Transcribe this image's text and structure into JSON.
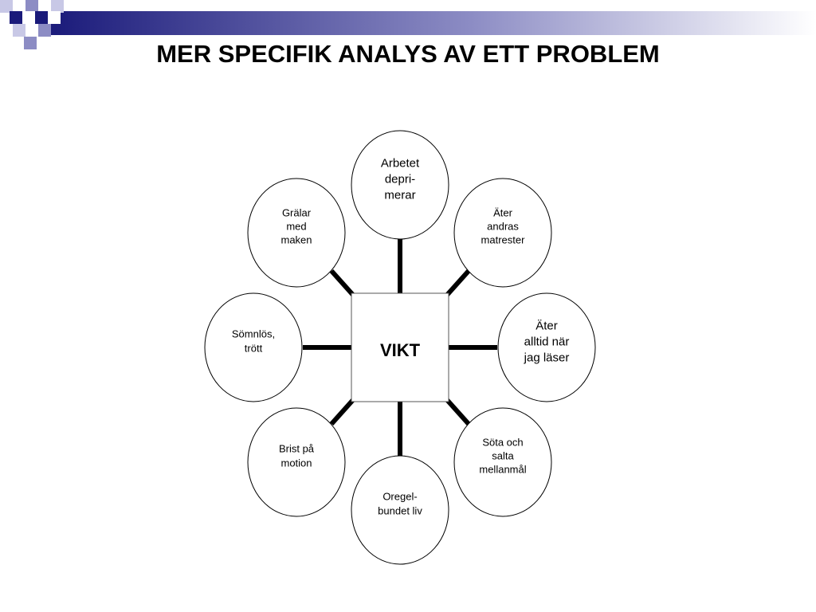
{
  "slide": {
    "title": "MER SPECIFIK ANALYS AV ETT PROBLEM"
  },
  "theme": {
    "accent": "#1a1a7a",
    "accent_light": "#9a9ad0",
    "line": "#000000"
  },
  "diagram": {
    "center": {
      "label": "VIKT"
    },
    "nodes": [
      {
        "id": "arbetet",
        "lines": [
          "Arbetet",
          "depri-",
          "merar"
        ]
      },
      {
        "id": "ater-andras",
        "lines": [
          "Äter",
          "andras",
          "matrester"
        ]
      },
      {
        "id": "ater-alltid",
        "lines": [
          "Äter",
          "alltid när",
          "jag läser"
        ]
      },
      {
        "id": "sota",
        "lines": [
          "Söta och",
          "salta",
          "mellanmål"
        ]
      },
      {
        "id": "oregel",
        "lines": [
          "Oregel-",
          "bundet liv"
        ]
      },
      {
        "id": "brist",
        "lines": [
          "Brist på",
          "motion"
        ]
      },
      {
        "id": "somnlos",
        "lines": [
          "Sömnlös,",
          "trött"
        ]
      },
      {
        "id": "gralar",
        "lines": [
          "Grälar",
          "med",
          "maken"
        ]
      }
    ]
  }
}
